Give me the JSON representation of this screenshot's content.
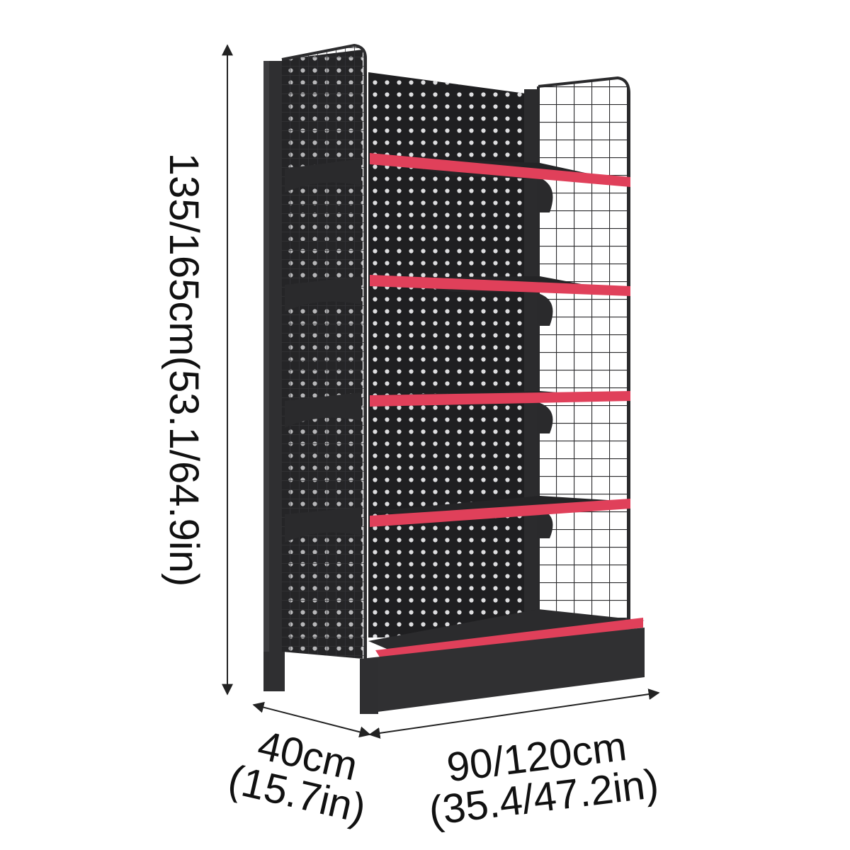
{
  "dimensions": {
    "height": "135/165cm(53.1/64.9in)",
    "depth_cm": "40cm",
    "depth_in": "(15.7in)",
    "width_cm": "90/120cm",
    "width_in": "(35.4/47.2in)"
  },
  "product": {
    "shelf_count": 4,
    "has_base_shelf": true
  },
  "colors": {
    "frame": "#2c2c2e",
    "pegboard": "#1e1e20",
    "shelf_edge": "#e0405a",
    "dimension_line": "#222222"
  },
  "icons": {
    "dimension_arrow": "arrow-head-icon"
  }
}
